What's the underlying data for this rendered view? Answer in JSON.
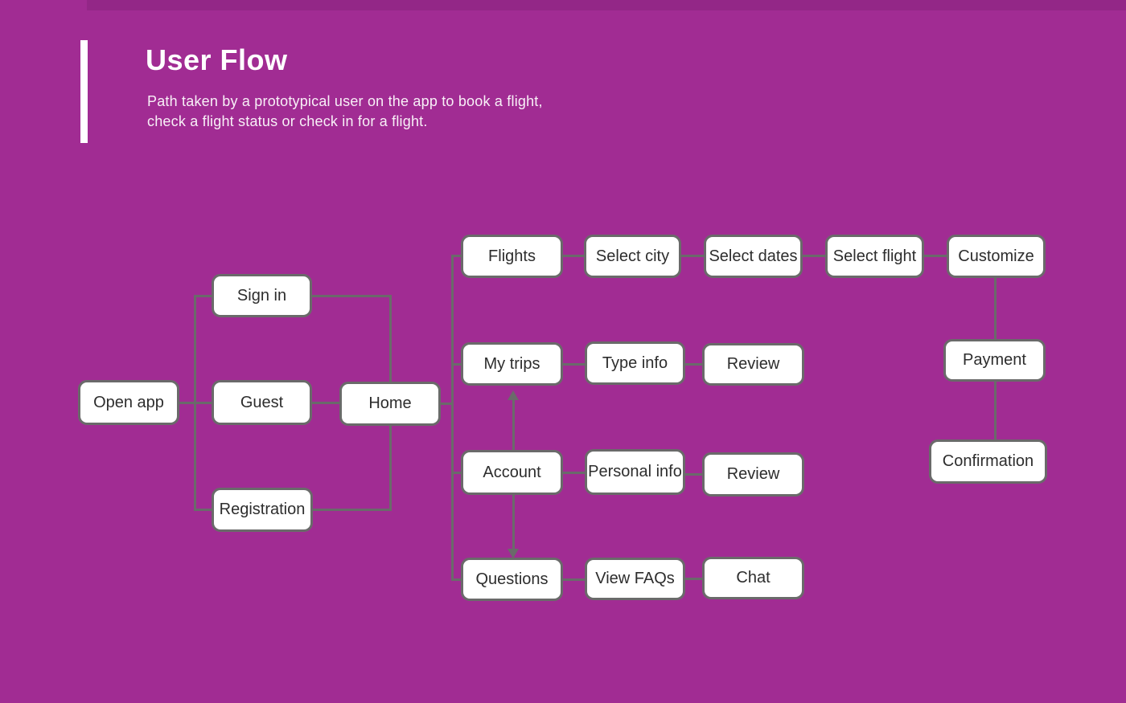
{
  "header": {
    "title": "User Flow",
    "subtitle_line1": "Path taken by a prototypical user on the app to book a flight,",
    "subtitle_line2": "check a flight status or check in for a flight."
  },
  "colors": {
    "background": "#A12C93",
    "box_fill": "#FFFFFF",
    "box_border": "#6A6A6A",
    "connector": "#6A6A6A",
    "label_text": "#2D2D2D",
    "heading_text": "#FFFFFF"
  },
  "diagram": {
    "labels": {
      "open_app": "Open app",
      "sign_in": "Sign in",
      "guest": "Guest",
      "registration": "Registration",
      "home": "Home",
      "flights": "Flights",
      "select_city": "Select city",
      "select_dates": "Select dates",
      "select_flight": "Select flight",
      "customize": "Customize",
      "payment": "Payment",
      "confirmation": "Confirmation",
      "my_trips": "My trips",
      "type_info": "Type info",
      "review_trips": "Review",
      "account": "Account",
      "personal_info": "Personal info",
      "review_account": "Review",
      "questions": "Questions",
      "view_faqs": "View FAQs",
      "chat": "Chat"
    },
    "edges": [
      {
        "from": "open_app",
        "to": "sign_in"
      },
      {
        "from": "open_app",
        "to": "guest"
      },
      {
        "from": "open_app",
        "to": "registration"
      },
      {
        "from": "sign_in",
        "to": "home"
      },
      {
        "from": "guest",
        "to": "home"
      },
      {
        "from": "registration",
        "to": "home"
      },
      {
        "from": "home",
        "to": "flights"
      },
      {
        "from": "home",
        "to": "my_trips"
      },
      {
        "from": "home",
        "to": "account"
      },
      {
        "from": "home",
        "to": "questions"
      },
      {
        "from": "flights",
        "to": "select_city"
      },
      {
        "from": "select_city",
        "to": "select_dates"
      },
      {
        "from": "select_dates",
        "to": "select_flight"
      },
      {
        "from": "select_flight",
        "to": "customize"
      },
      {
        "from": "customize",
        "to": "payment"
      },
      {
        "from": "payment",
        "to": "confirmation"
      },
      {
        "from": "my_trips",
        "to": "type_info"
      },
      {
        "from": "type_info",
        "to": "review_trips"
      },
      {
        "from": "account",
        "to": "personal_info"
      },
      {
        "from": "personal_info",
        "to": "review_account"
      },
      {
        "from": "questions",
        "to": "view_faqs"
      },
      {
        "from": "view_faqs",
        "to": "chat"
      },
      {
        "from": "account",
        "to": "my_trips",
        "arrow": true
      },
      {
        "from": "account",
        "to": "questions",
        "arrow": true
      }
    ]
  }
}
